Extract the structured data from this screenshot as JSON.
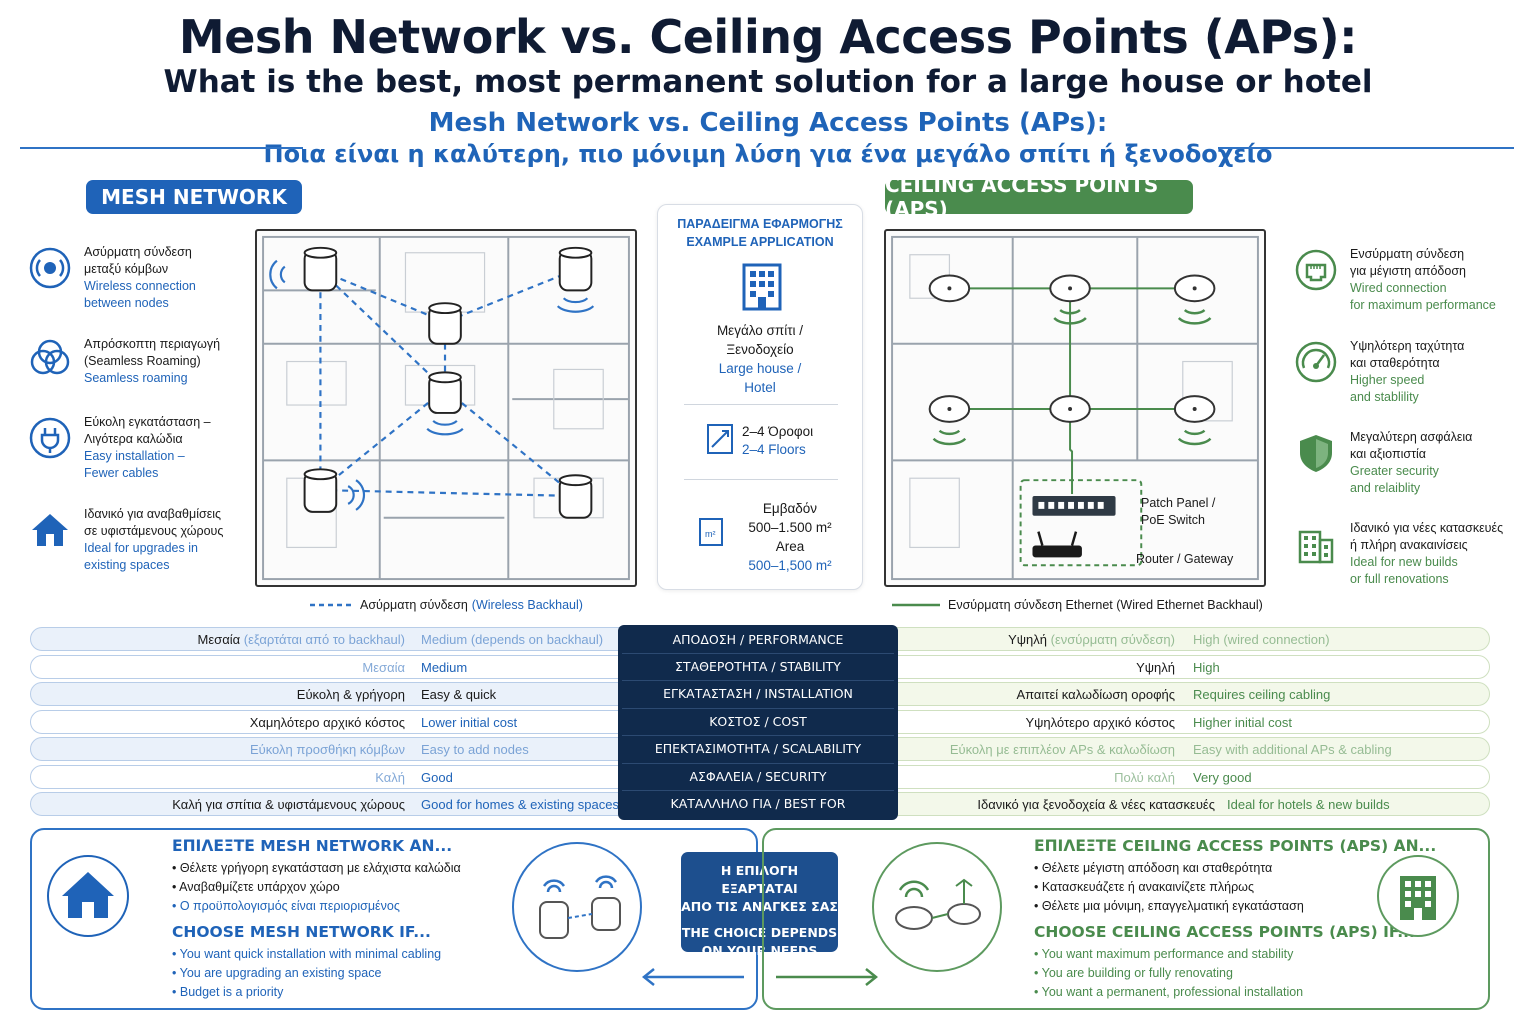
{
  "header": {
    "title": "Mesh Network vs. Ceiling Access Points (APs):",
    "subtitle": "What is the best, most permanent solution for a large house or hotel",
    "title_gr": "Mesh Network vs. Ceiling Access Points (APs):",
    "subtitle_gr": "Ποια είναι η καλύτερη, πιο μόνιμη λύση για ένα μεγάλο σπίτι ή ξενοδοχείο"
  },
  "mesh": {
    "heading": "MESH NETWORK",
    "features": [
      {
        "icon": "wireless-nodes-icon",
        "gr1": "Ασύρματη σύνδεση",
        "gr2": "μεταξύ κόμβων",
        "en1": "Wireless connection",
        "en2": "between nodes"
      },
      {
        "icon": "roaming-circles-icon",
        "gr1": "Απρόσκοπτη περιαγωγή",
        "gr2": "(Seamless Roaming)",
        "en1": "Seamless roaming",
        "en2": ""
      },
      {
        "icon": "plug-icon",
        "gr1": "Εύκολη εγκατάσταση –",
        "gr2": "Λιγότερα καλώδια",
        "en1": "Easy installation –",
        "en2": "Fewer cables"
      },
      {
        "icon": "house-icon",
        "gr1": "Ιδανικό για αναβαθμίσεις",
        "gr2": "σε υφιστάμενους χώρους",
        "en1": "Ideal for upgrades in",
        "en2": "existing spaces"
      }
    ],
    "legend": "Ασύρματη σύνδεση",
    "legend_en": "(Wireless Backhaul)"
  },
  "ceiling": {
    "heading": "CEILING ACCESS POINTS (APS)",
    "features": [
      {
        "icon": "ethernet-port-icon",
        "gr1": "Ενσύρματη σύνδεση",
        "gr2": "για μέγιστη απόδοση",
        "en1": "Wired connection",
        "en2": "for maximum performance"
      },
      {
        "icon": "speedometer-icon",
        "gr1": "Υψηλότερη ταχύτητα",
        "gr2": "και σταθερότητα",
        "en1": "Higher speed",
        "en2": "and stablility"
      },
      {
        "icon": "shield-icon",
        "gr1": "Μεγαλύτερη ασφάλεια",
        "gr2": "και αξιοπιστία",
        "en1": "Greater security",
        "en2": "and relaiblity"
      },
      {
        "icon": "building-icon",
        "gr1": "Ιδανικό για νέες κατασκευές",
        "gr2": "ή πλήρη ανακαινίσεις",
        "en1": "Ideal for new builds",
        "en2": "or full renovations"
      }
    ],
    "patch_panel": "Patch Panel /",
    "poe_switch": "PoE Switch",
    "router": "Router / Gateway",
    "legend": "Ενσύρματη σύνδεση Ethernet (Wired Ethernet Backhaul)"
  },
  "example": {
    "heading_gr": "ΠΑΡΑΔΕΙΓΜΑ ΕΦΑΡΜΟΓΗΣ",
    "heading_en": "EXAMPLE APPLICATION",
    "type_gr1": "Μεγάλο σπίτι /",
    "type_gr2": "Ξενοδοχείο",
    "type_en1": "Large house /",
    "type_en2": "Hotel",
    "floors_gr": "2–4 Όροφοι",
    "floors_en": "2–4 Floors",
    "area_gr1": "Εμβαδόν",
    "area_gr2": "500–1.500 m²",
    "area_en1": "Area",
    "area_en2": "500–1,500 m²"
  },
  "comparison": {
    "rows": [
      {
        "category": "ΑΠΟΔΟΣΗ / PERFORMANCE",
        "mesh_gr": "Μεσαία",
        "mesh_gr_extra": "(εξαρτάται από το backhaul)",
        "mesh_en": "Medium (depends on backhaul)",
        "ap_gr": "Υψηλή",
        "ap_gr_extra": "(ενσύρματη σύνδεση)",
        "ap_en": "High (wired connection)"
      },
      {
        "category": "ΣΤΑΘΕΡΟΤΗΤΑ / STABILITY",
        "mesh_gr": "Μεσαία",
        "mesh_gr_extra": "",
        "mesh_en": "Medium",
        "ap_gr": "Υψηλή",
        "ap_gr_extra": "",
        "ap_en": "High"
      },
      {
        "category": "ΕΓΚΑΤΑΣΤΑΣΗ / INSTALLATION",
        "mesh_gr": "Εύκολη & γρήγορη",
        "mesh_gr_extra": "",
        "mesh_en": "Easy & quick",
        "ap_gr": "Απαιτεί καλωδίωση οροφής",
        "ap_gr_extra": "",
        "ap_en": "Requires ceiling cabling"
      },
      {
        "category": "ΚΟΣΤΟΣ / COST",
        "mesh_gr": "Χαμηλότερο αρχικό κόστος",
        "mesh_gr_extra": "",
        "mesh_en": "Lower initial cost",
        "ap_gr": "Υψηλότερο αρχικό κόστος",
        "ap_gr_extra": "",
        "ap_en": "Higher initial cost"
      },
      {
        "category": "ΕΠΕΚΤΑΣΙΜΟΤΗΤΑ / SCALABILITY",
        "mesh_gr": "Εύκολη προσθήκη κόμβων",
        "mesh_gr_extra": "",
        "mesh_en": "Easy to add nodes",
        "ap_gr": "Εύκολη με επιπλέον APs & καλωδίωση",
        "ap_gr_extra": "",
        "ap_en": "Easy with additional APs & cabling"
      },
      {
        "category": "ΑΣΦΑΛΕΙΑ / SECURITY",
        "mesh_gr": "Καλή",
        "mesh_gr_extra": "",
        "mesh_en": "Good",
        "ap_gr": "Πολύ καλή",
        "ap_gr_extra": "",
        "ap_en": "Very good"
      },
      {
        "category": "ΚΑΤΑΛΛΗΛΟ ΓΙΑ / BEST FOR",
        "mesh_gr": "Καλή για σπίτια & υφιστάμενους χώρους",
        "mesh_gr_extra": "",
        "mesh_en": "Good for homes & existing spaces",
        "ap_gr": "Ιδανικό για ξενοδοχεία & νέες κατασκευές",
        "ap_gr_extra": "",
        "ap_en": "Ideal for hotels & new builds"
      }
    ]
  },
  "choose_mesh": {
    "heading_gr": "ΕΠΙΛΕΞΤΕ MESH NETWORK ΑΝ...",
    "bullets_gr": [
      "Θέλετε γρήγορη εγκατάσταση με ελάχιστα καλώδια",
      "Αναβαθμίζετε υπάρχον χώρο",
      "Ο προϋπολογισμός είναι περιορισμένος"
    ],
    "heading_en": "CHOOSE MESH NETWORK IF...",
    "bullets_en": [
      "You want quick installation with minimal cabling",
      "You are upgrading an existing space",
      "Budget is a priority"
    ]
  },
  "choose_ap": {
    "heading_gr": "ΕΠΙΛΕΞΤΕ CEILING ACCESS POINTS (APS) ΑΝ...",
    "bullets_gr": [
      "Θέλετε μέγιστη απόδοση και σταθερότητα",
      "Κατασκευάζετε ή ανακαινίζετε πλήρως",
      "Θέλετε μια μόνιμη, επαγγελματική εγκατάσταση"
    ],
    "heading_en": "CHOOSE CEILING ACCESS POINTS (APS) IF...",
    "bullets_en": [
      "You want maximum performance and stability",
      "You are building or fully renovating",
      "You want a permanent, professional installation"
    ]
  },
  "choice": {
    "gr1": "Η ΕΠΙΛΟΓΗ ΕΞΑΡΤΑΤΑΙ",
    "gr2": "ΑΠΟ ΤΙΣ ΑΝΑΓΚΕΣ ΣΑΣ",
    "en1": "THE CHOICE DEPENDS",
    "en2": "ON YOUR NEEDS"
  },
  "colors": {
    "mesh_blue": "#1f63b8",
    "ap_green": "#4a8b4d",
    "navy": "#102a4c"
  }
}
